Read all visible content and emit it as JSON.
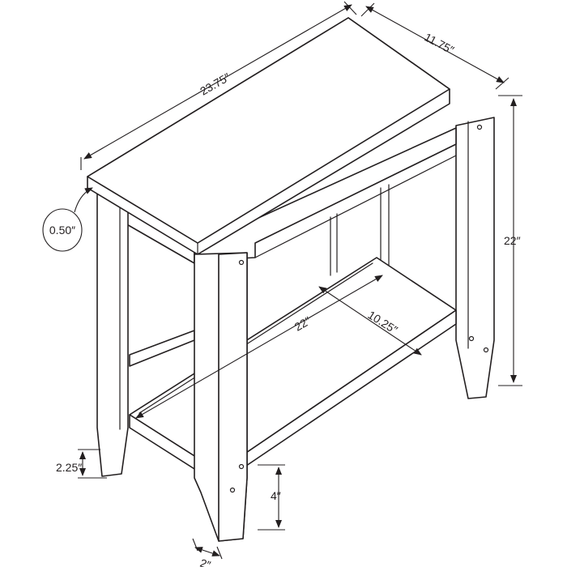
{
  "dimensions": {
    "length": "23.75″",
    "depth": "11.75″",
    "height": "22″",
    "top_thickness": "0.50″",
    "shelf_length": "22″",
    "shelf_depth": "10.25″",
    "foot_height": "2.25″",
    "shelf_clearance": "4″",
    "leg_width": "2″"
  },
  "colors": {
    "line": "#231f20",
    "background": "#ffffff"
  }
}
